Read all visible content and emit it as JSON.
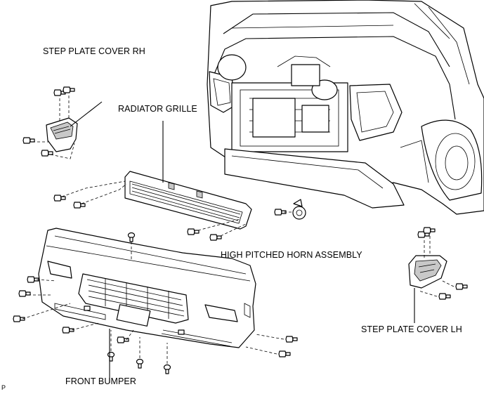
{
  "labels": {
    "step_plate_cover_rh": "STEP PLATE COVER RH",
    "radiator_grille": "RADIATOR GRILLE",
    "high_pitched_horn_assembly": "HIGH PITCHED HORN ASSEMBLY",
    "step_plate_cover_lh": "STEP PLATE COVER LH",
    "front_bumper": "FRONT BUMPER",
    "corner_mark": "P"
  }
}
